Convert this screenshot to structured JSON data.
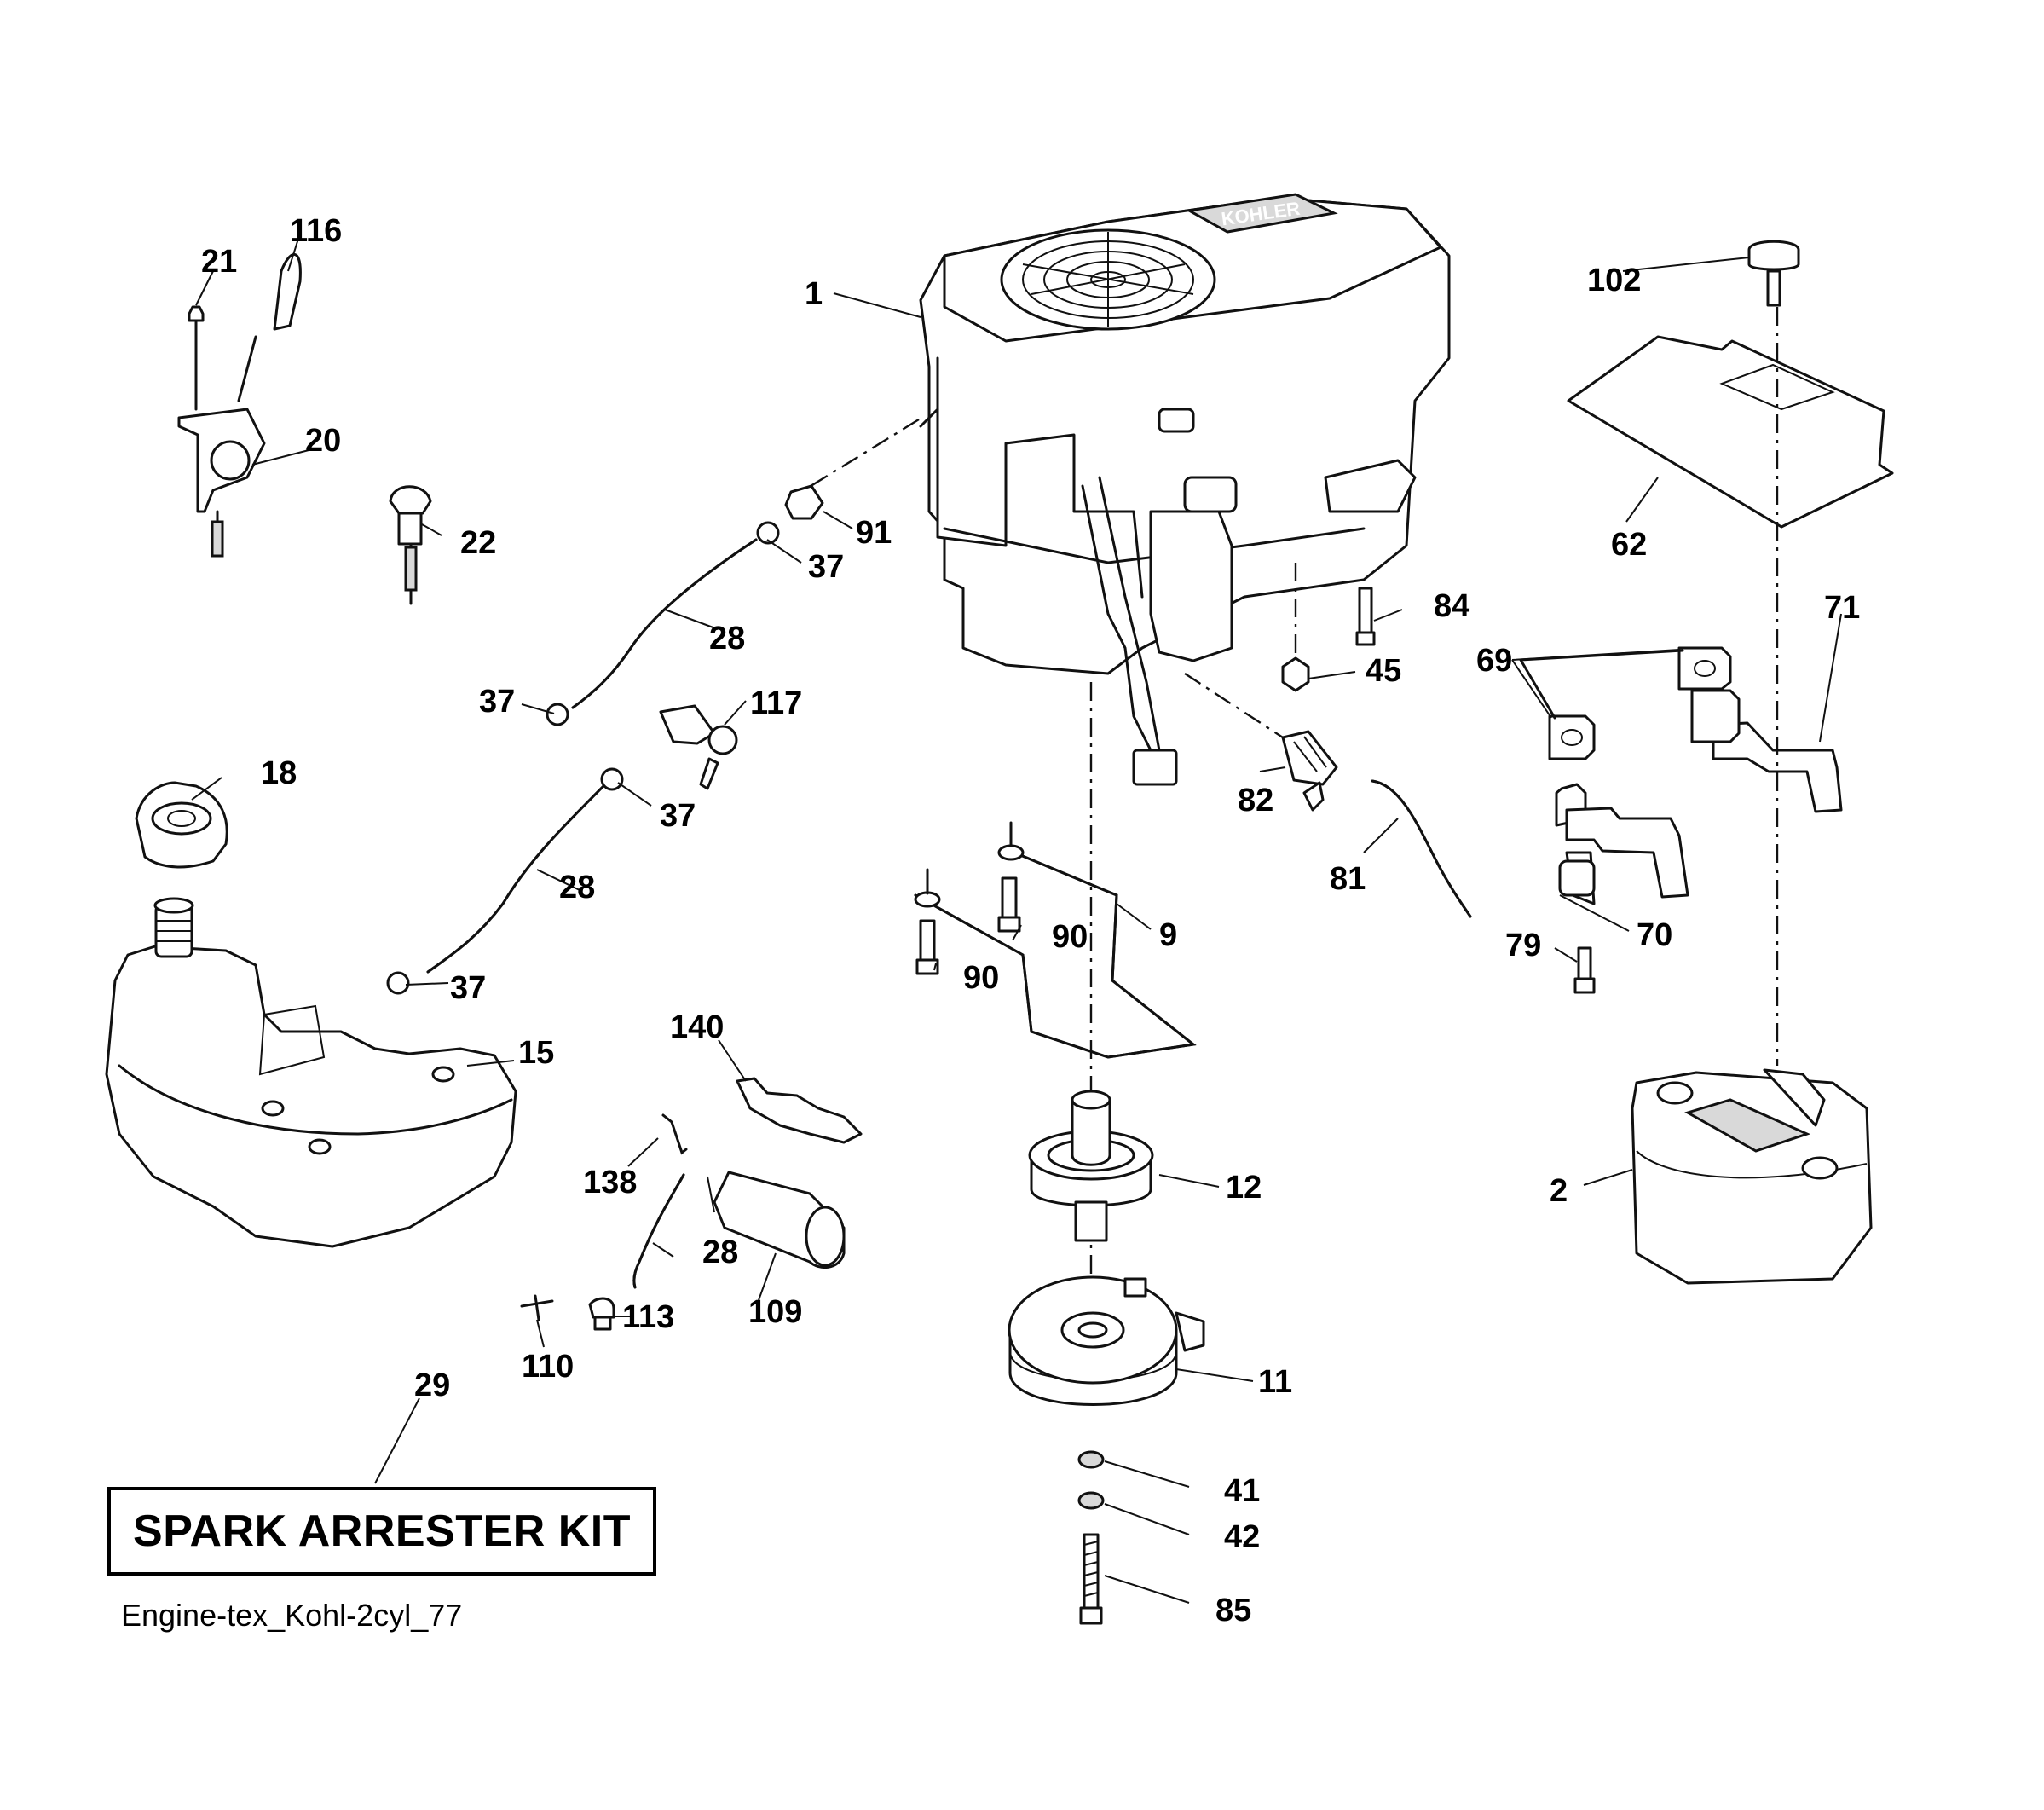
{
  "diagram": {
    "title_box": "SPARK ARRESTER KIT",
    "filename": "Engine-tex_Kohl-2cyl_77",
    "engine_brand": "KOHLER",
    "callouts": {
      "c1": "1",
      "c2": "2",
      "c9": "9",
      "c11": "11",
      "c12": "12",
      "c15": "15",
      "c18": "18",
      "c20": "20",
      "c21": "21",
      "c22": "22",
      "c28a": "28",
      "c28b": "28",
      "c28c": "28",
      "c29": "29",
      "c37a": "37",
      "c37b": "37",
      "c37c": "37",
      "c37d": "37",
      "c41": "41",
      "c42": "42",
      "c45": "45",
      "c62": "62",
      "c69": "69",
      "c70": "70",
      "c71": "71",
      "c79": "79",
      "c81": "81",
      "c82": "82",
      "c84": "84",
      "c85": "85",
      "c90a": "90",
      "c90b": "90",
      "c91": "91",
      "c102": "102",
      "c109": "109",
      "c110": "110",
      "c113": "113",
      "c116": "116",
      "c117": "117",
      "c138": "138",
      "c140": "140"
    }
  }
}
